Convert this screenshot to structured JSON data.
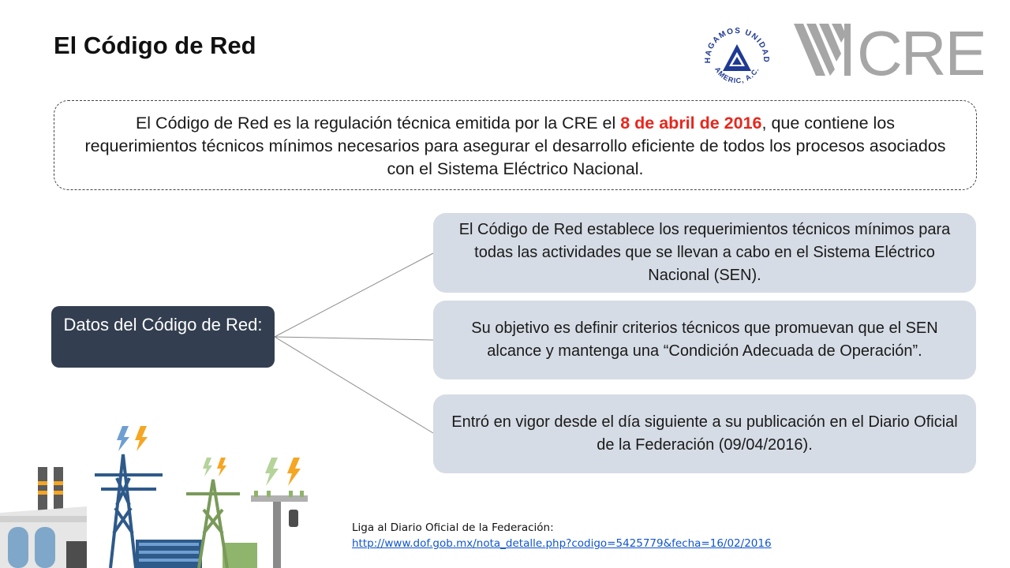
{
  "header": {
    "title": "El Código de Red"
  },
  "logos": {
    "hagamos": {
      "top_text": "HAGAMOS UNIDAD",
      "bottom_text": "AMERIC, A.C."
    },
    "cre": {
      "text": "CRE"
    }
  },
  "definition": {
    "text_before": "El Código de Red es la regulación técnica emitida por la CRE el ",
    "highlight": "8 de abril de 2016",
    "text_after": ", que contiene los requerimientos técnicos mínimos necesarios para asegurar el desarrollo eficiente de todos los procesos asociados con el Sistema Eléctrico Nacional."
  },
  "hub": {
    "label": "Datos del Código de Red:"
  },
  "facts": [
    {
      "text": "El Código de Red establece los requerimientos técnicos mínimos para todas las actividades que se llevan a cabo en el Sistema Eléctrico Nacional (SEN)."
    },
    {
      "text": "Su objetivo es definir criterios técnicos que promuevan que el SEN alcance y mantenga una “Condición Adecuada de Operación”."
    },
    {
      "text": "Entró en vigor desde el día siguiente a su publicación en el Diario Oficial de la Federación (09/04/2016)."
    }
  ],
  "footer": {
    "label": "Liga al Diario Oficial de la Federación:",
    "link": "http://www.dof.gob.mx/nota_detalle.php?codigo=5425779&fecha=16/02/2016"
  },
  "colors": {
    "hub_bg": "#333f50",
    "fact_bg": "#d6dce5",
    "highlight": "#e8261c",
    "cre_gray": "#a6a6a6",
    "logo_blue": "#1f3a93"
  },
  "illustration": {
    "icons": [
      "factory-icon",
      "transmission-tower-icon",
      "lightning-bolt-icon",
      "substation-icon",
      "utility-pole-icon"
    ]
  }
}
